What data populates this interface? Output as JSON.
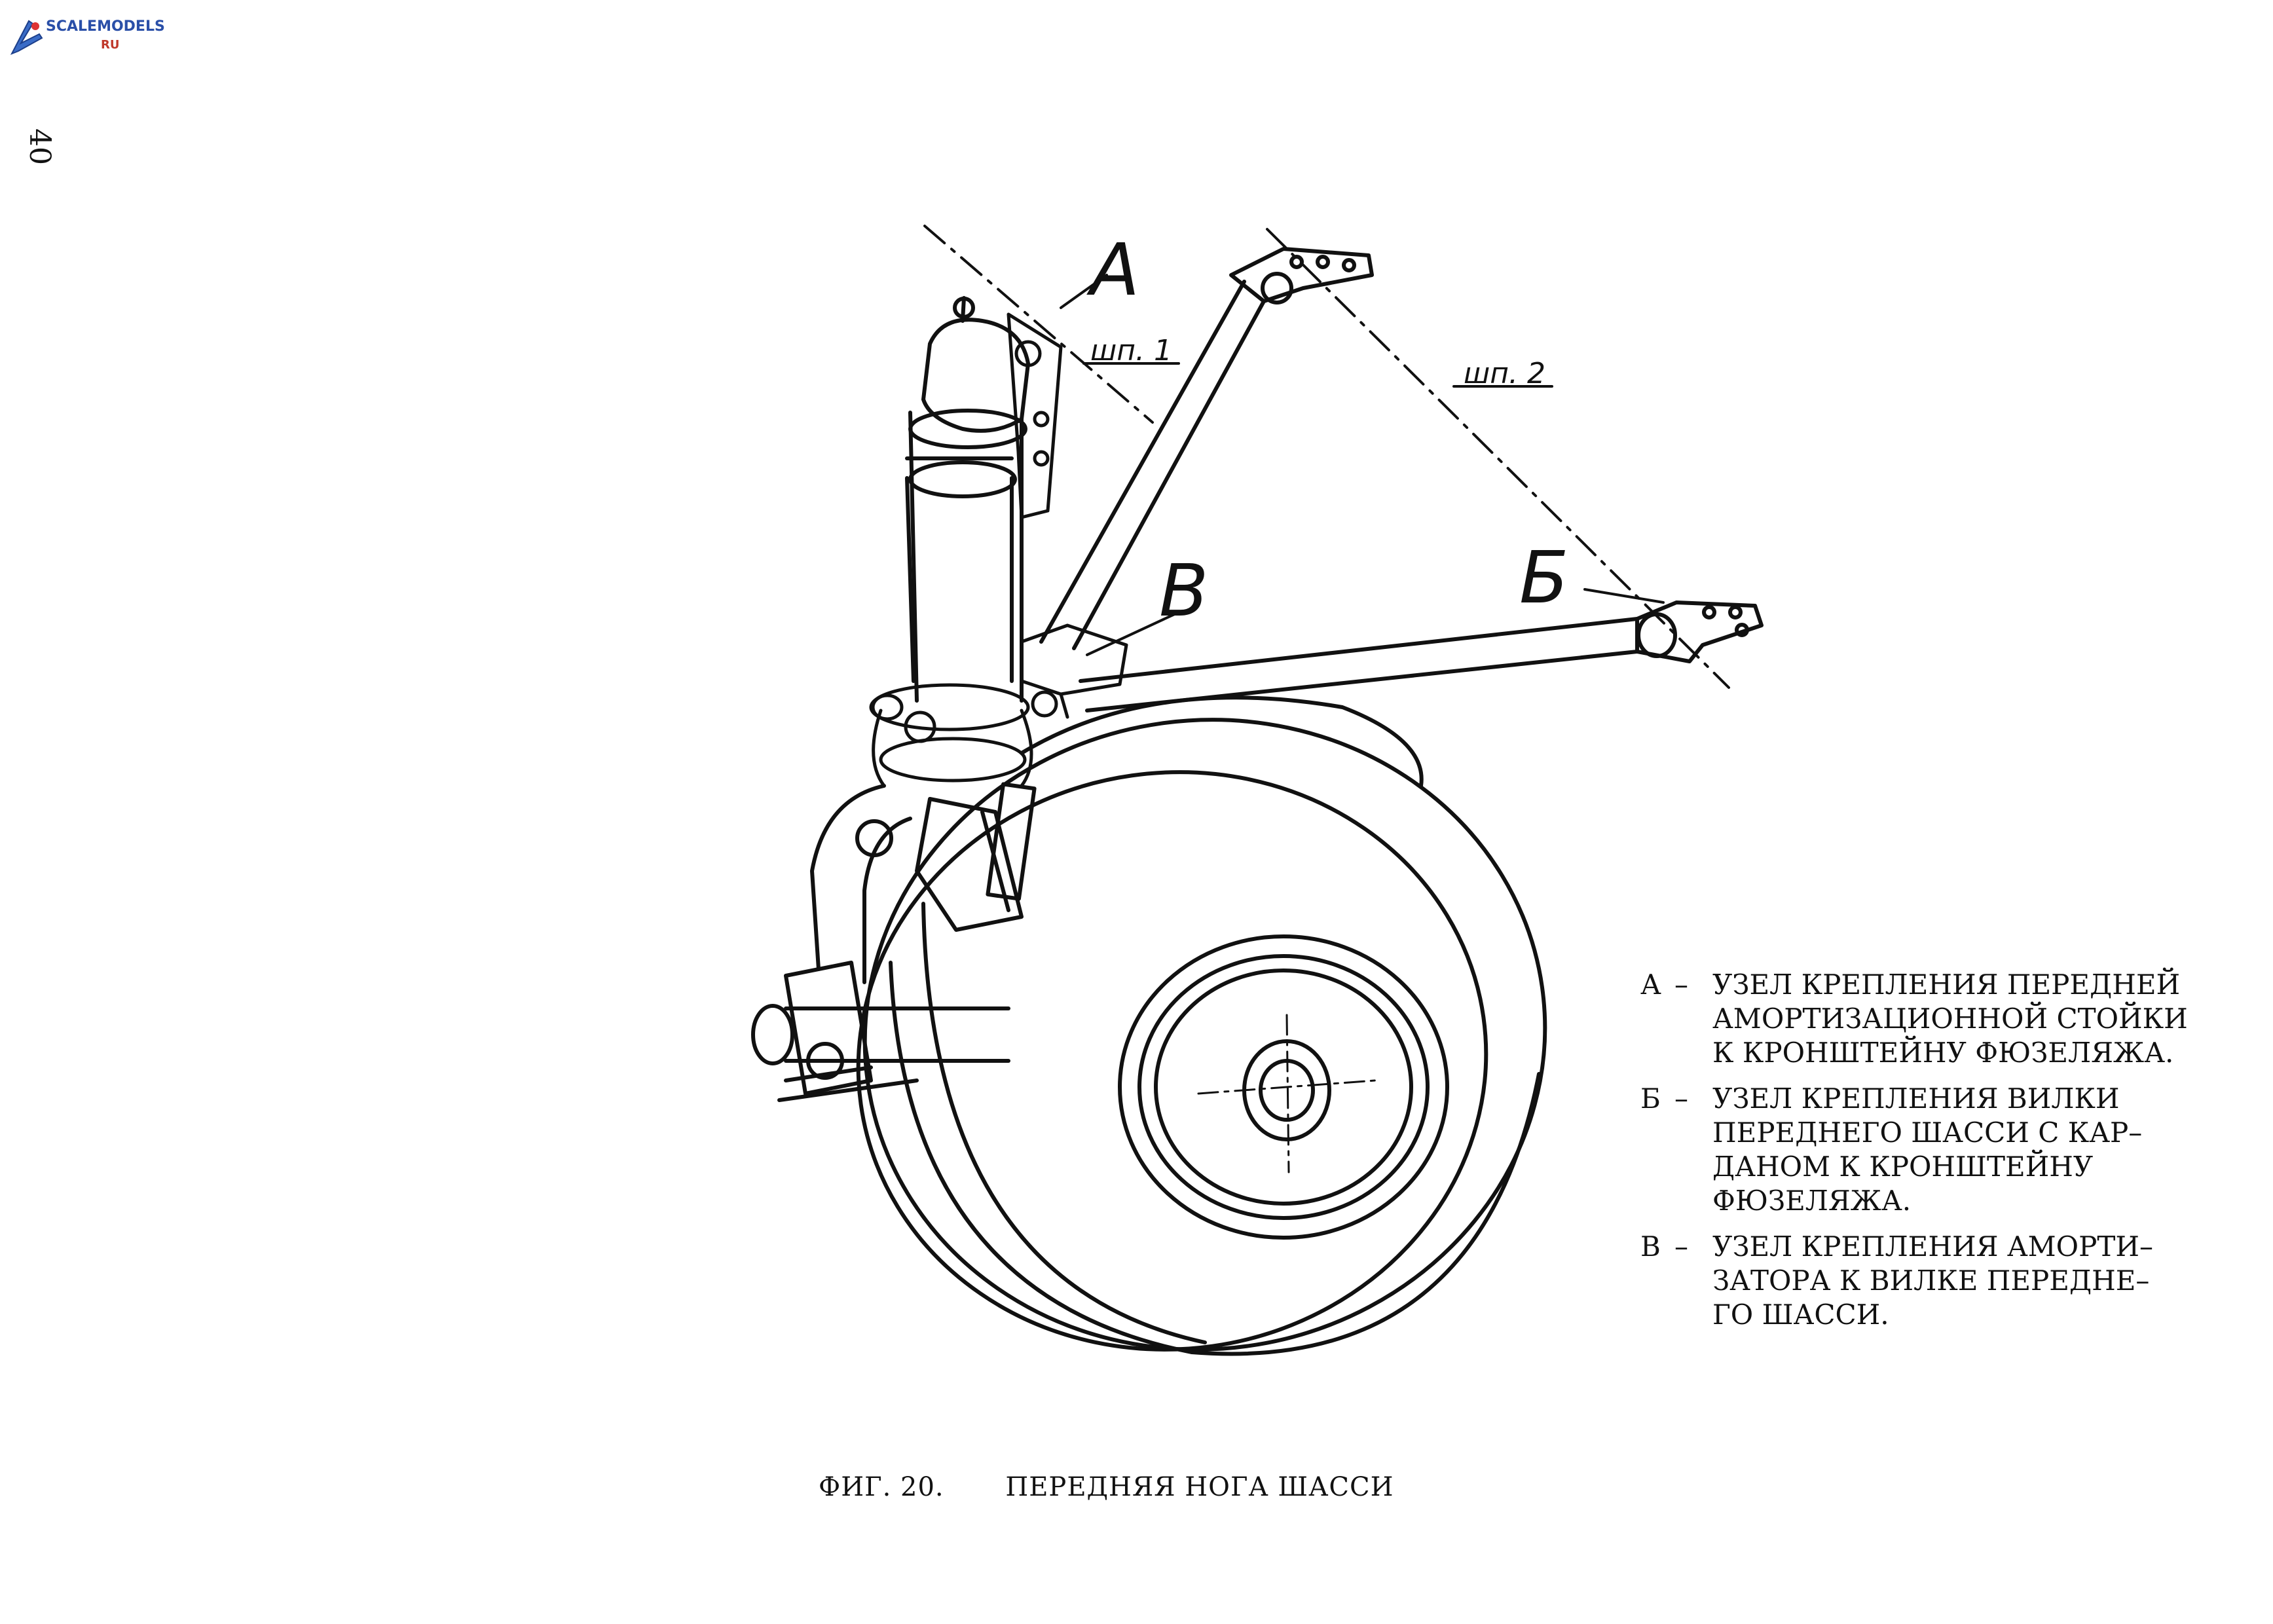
{
  "watermark": {
    "text": "SCALEMODELS",
    "suffix": "RU"
  },
  "page_number": "40",
  "drawing": {
    "callouts": {
      "a": "А",
      "b": "Б",
      "v": "В",
      "hinge1": "шп. 1",
      "hinge2": "шп. 2"
    }
  },
  "legend": [
    {
      "letter": "А",
      "dash": "–",
      "text": "УЗЕЛ КРЕПЛЕНИЯ ПЕРЕДНЕЙ\nАМОРТИЗАЦИОННОЙ СТОЙКИ\nК КРОНШТЕЙНУ ФЮЗЕЛЯЖА."
    },
    {
      "letter": "Б",
      "dash": "–",
      "text": "УЗЕЛ КРЕПЛЕНИЯ ВИЛКИ\nПЕРЕДНЕГО ШАССИ С КАР–\nДАНОМ К КРОНШТЕЙНУ\nФЮЗЕЛЯЖА."
    },
    {
      "letter": "В",
      "dash": "–",
      "text": "УЗЕЛ КРЕПЛЕНИЯ АМОРТИ–\nЗАТОРА К ВИЛКЕ ПЕРЕДНЕ–\nГО ШАССИ."
    }
  ],
  "caption": {
    "figure": "ФИГ. 20.",
    "title": "ПЕРЕДНЯЯ НОГА ШАССИ"
  }
}
